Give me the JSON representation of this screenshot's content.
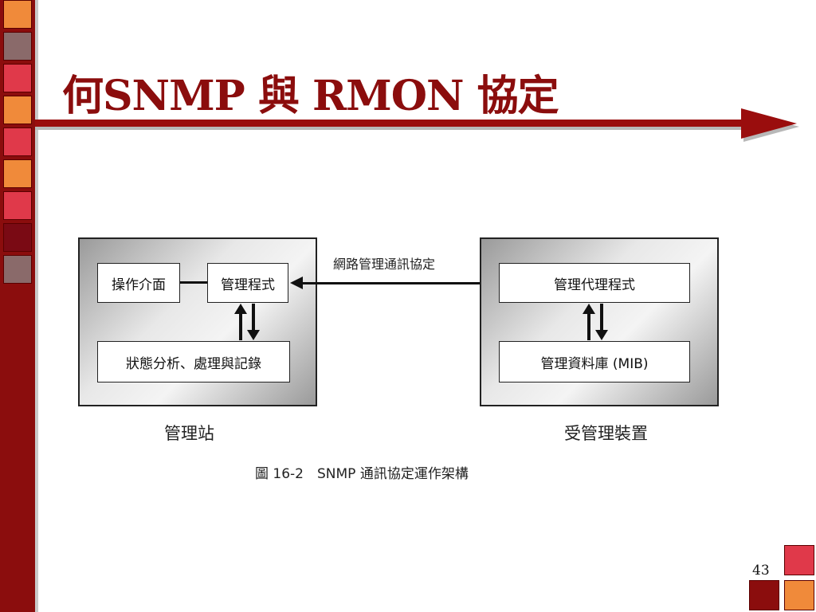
{
  "slide": {
    "title": "何SNMP 與 RMON 協定",
    "page_number": "43"
  },
  "diagram": {
    "protocol_label": "網路管理通訊協定",
    "management_station": {
      "caption": "管理站",
      "ui_box": "操作介面",
      "program_box": "管理程式",
      "analysis_box": "狀態分析、處理與記錄"
    },
    "managed_device": {
      "caption": "受管理裝置",
      "agent_box": "管理代理程式",
      "mib_box": "管理資料庫 (MIB)"
    },
    "figure_caption": "圖 16-2　SNMP 通訊協定運作架構"
  },
  "colors": {
    "accent": "#8b0d0d",
    "orange": "#f08a3a",
    "red": "#e0394a"
  }
}
